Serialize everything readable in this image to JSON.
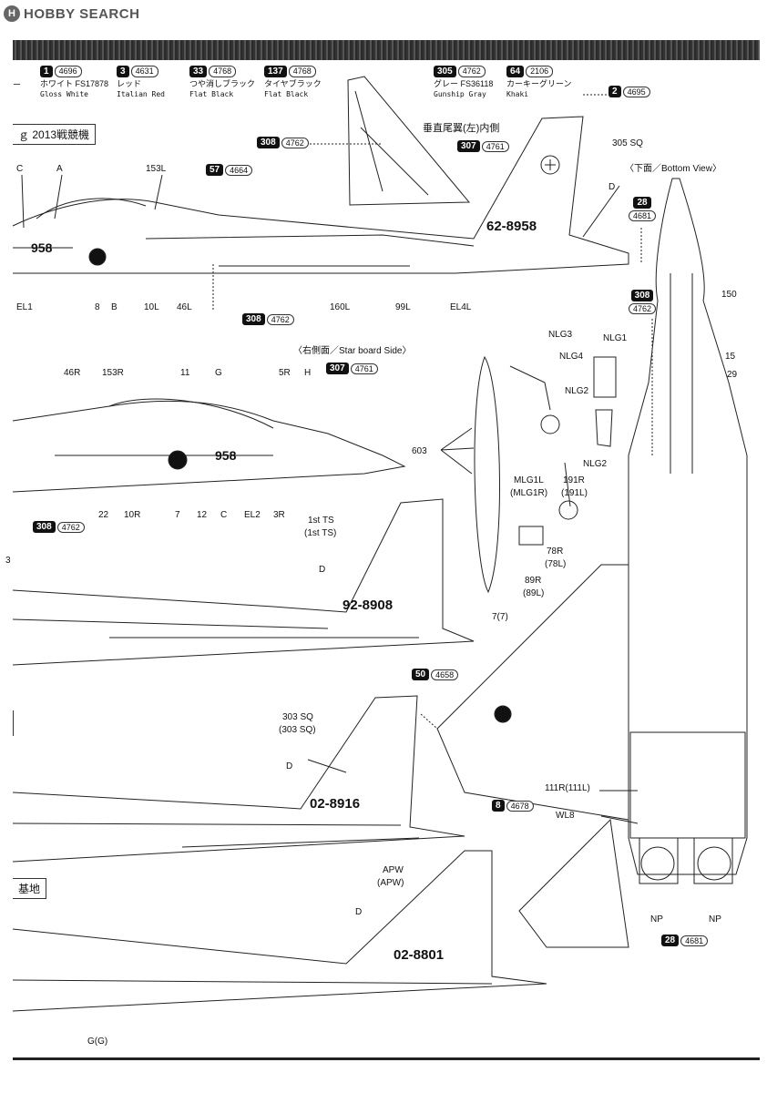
{
  "header": {
    "logo_letter": "H",
    "logo_text": "HOBBY SEARCH"
  },
  "swatches": [
    {
      "num": "",
      "code": "",
      "jp": "",
      "en": ""
    },
    {
      "num": "1",
      "code": "4696",
      "jp": "ホワイト FS17878",
      "en": "Gloss White"
    },
    {
      "num": "3",
      "code": "4631",
      "jp": "レッド",
      "en": "Italian Red"
    },
    {
      "num": "33",
      "code": "4768",
      "jp": "つや消しブラック",
      "en": "Flat Black"
    },
    {
      "num": "137",
      "code": "4768",
      "jp": "タイヤブラック",
      "en": "Flat Black"
    },
    {
      "num": "305",
      "code": "4762",
      "jp": "グレー FS36118",
      "en": "Gunship Gray"
    },
    {
      "num": "64",
      "code": "2106",
      "jp": "カーキーグリーン",
      "en": "Khaki"
    }
  ],
  "sections": {
    "s1_title": "2013戦競機",
    "s5_title": "基地",
    "starboard": "〈右側面／Star board Side〉",
    "bottom_view": "〈下面／Bottom View〉",
    "vertical_tail_inner": "垂直尾翼(左)内側"
  },
  "refs": {
    "r2": {
      "num": "2",
      "code": "4695"
    },
    "r308a": {
      "num": "308",
      "code": "4762"
    },
    "r307a": {
      "num": "307",
      "code": "4761"
    },
    "r57": {
      "num": "57",
      "code": "4664"
    },
    "r28a": {
      "num": "28",
      "code": "4681"
    },
    "r308b": {
      "num": "308",
      "code": "4762"
    },
    "r308c": {
      "num": "308",
      "code": "4762"
    },
    "r307b": {
      "num": "307",
      "code": "4761"
    },
    "r308d": {
      "num": "308",
      "code": "4762"
    },
    "r50": {
      "num": "50",
      "code": "4658"
    },
    "r8": {
      "num": "8",
      "code": "4678"
    },
    "r28b": {
      "num": "28",
      "code": "4681"
    }
  },
  "labels": {
    "C1": "C",
    "A1": "A",
    "153L": "153L",
    "305SQ": "305 SQ",
    "D1": "D",
    "tail1": "62-8958",
    "nose1": "958",
    "EL1": "EL1",
    "8": "8",
    "B": "B",
    "10L": "10L",
    "46L": "46L",
    "160L": "160L",
    "99L": "99L",
    "EL4L": "EL4L",
    "46R": "46R",
    "153R": "153R",
    "11": "11",
    "G": "G",
    "5R": "5R",
    "H": "H",
    "nose2": "958",
    "22": "22",
    "10R": "10R",
    "7": "7",
    "12": "12",
    "C2": "C",
    "EL2": "EL2",
    "3R": "3R",
    "NLG3": "NLG3",
    "NLG4": "NLG4",
    "NLG1": "NLG1",
    "NLG2a": "NLG2",
    "NLG2b": "NLG2",
    "603": "603",
    "MLG1L": "MLG1L",
    "MLG1R": "(MLG1R)",
    "191R": "191R",
    "191L": "(191L)",
    "150": "150",
    "15": "15",
    "29": "29",
    "78R": "78R",
    "78L": "(78L)",
    "89R": "89R",
    "89L": "(89L)",
    "1stTS": "1st TS",
    "1stTS2": "(1st TS)",
    "D2": "D",
    "tail2": "92-8908",
    "77": "7(7)",
    "side3": "3",
    "303SQ": "303 SQ",
    "303SQ2": "(303 SQ)",
    "D3": "D",
    "tail3": "02-8916",
    "111R": "111R(111L)",
    "WL8": "WL8",
    "APW": "APW",
    "APW2": "(APW)",
    "D4": "D",
    "tail4": "02-8801",
    "NPa": "NP",
    "NPb": "NP",
    "GG": "G(G)"
  }
}
